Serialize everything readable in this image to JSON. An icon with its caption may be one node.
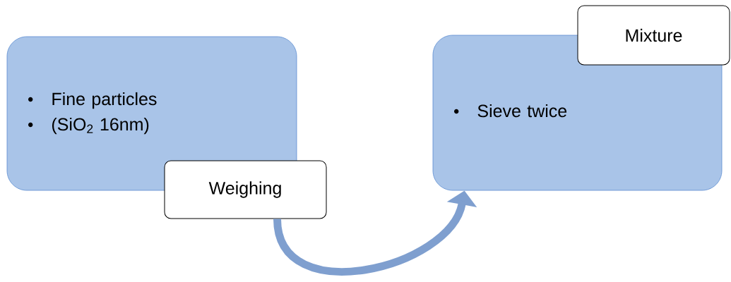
{
  "diagram": {
    "nodes": [
      {
        "text": [
          "Fine particles",
          "(SiO$_{2}$ 16nm)"
        ]
      },
      {
        "text": [
          "Weighing"
        ]
      },
      {
        "text": [
          "Sieve twice"
        ]
      },
      {
        "text": [
          "Mixture"
        ]
      }
    ],
    "edges": [
      {
        "from": 1,
        "to": 2,
        "arrow": "to",
        "color": "#7f9fcf"
      }
    ]
  }
}
